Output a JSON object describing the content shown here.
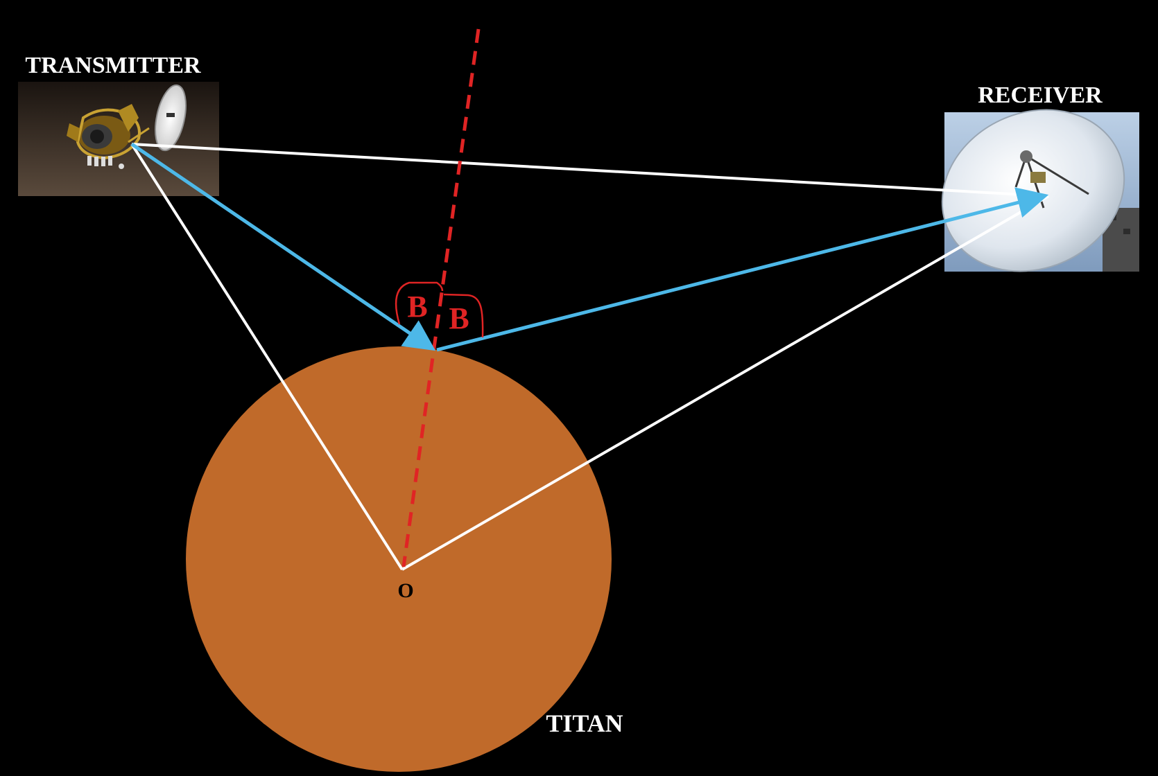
{
  "labels": {
    "transmitter": "TRANSMITTER",
    "receiver": "RECEIVER",
    "titan": "TITAN",
    "center": "O",
    "angle_incident": "B",
    "angle_reflected": "B"
  },
  "images": {
    "transmitter": "spacecraft-photo",
    "receiver": "radio-dish-photo"
  },
  "colors": {
    "background": "#000000",
    "titan": "#C06A2A",
    "geometry_lines": "#FFFFFF",
    "signal_path": "#4DB8E8",
    "normal_line": "#E02424",
    "angle_labels": "#E02424",
    "text": "#FFFFFF"
  }
}
